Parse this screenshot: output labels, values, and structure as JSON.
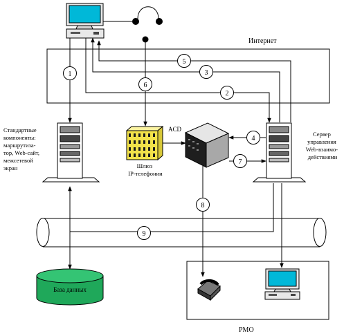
{
  "labels": {
    "internet": "Интернет",
    "standard_components": [
      "Стандартные",
      "компоненты:",
      "маршрутиза-",
      "тор, Web-сайт,",
      "межсетевой",
      "экран"
    ],
    "server": [
      "Сервер",
      "управления",
      "Web-взаимо-",
      "действиями"
    ],
    "acd": "ACD",
    "gateway": [
      "Шлюз",
      "IP-телефонии"
    ],
    "database": "База данных",
    "rmo": "РМО"
  },
  "connections": [
    {
      "number": "1"
    },
    {
      "number": "2"
    },
    {
      "number": "3"
    },
    {
      "number": "4"
    },
    {
      "number": "5"
    },
    {
      "number": "6"
    },
    {
      "number": "7"
    },
    {
      "number": "8"
    },
    {
      "number": "9"
    }
  ],
  "colors": {
    "screen": "#00b8d8",
    "database": "#1fa85a",
    "gateway": "#f2e24a",
    "acd_box": "#b0b0b0",
    "line": "#000000"
  },
  "icons": [
    "client-pc-icon",
    "headset-icon",
    "web-server-icon",
    "gateway-icon",
    "acd-switch-icon",
    "interaction-server-icon",
    "database-icon",
    "phone-icon",
    "operator-pc-icon"
  ]
}
